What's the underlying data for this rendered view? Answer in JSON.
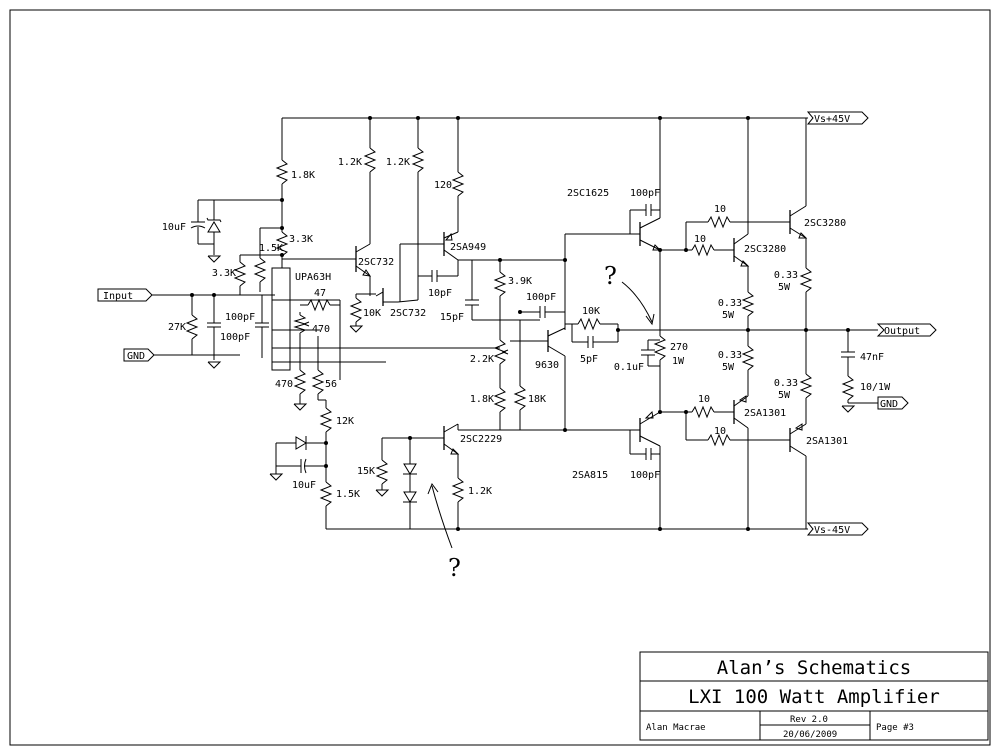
{
  "ports": {
    "vs_pos": "Vs+45V",
    "vs_neg": "Vs-45V",
    "input": "Input",
    "gnd_left": "GND",
    "output": "Output",
    "gnd_right": "GND"
  },
  "components": {
    "r_1_8k": "1.8K",
    "r_1_2k_a": "1.2K",
    "r_1_2k_b": "1.2K",
    "r_120": "120",
    "c_10uf_top": "10uF",
    "r_3_3k_a": "3.3K",
    "r_1_5k_a": "1.5K",
    "r_3_3k_b": "3.3K",
    "q_2sc732_a": "2SC732",
    "q_2sa949": "2SA949",
    "ic_upa63h": "UPA63H",
    "r_47": "47",
    "r_470_pot": "470",
    "r_10k_a": "10K",
    "q_2sc732_b": "2SC732",
    "c_10pf": "10pF",
    "c_15pf": "15pF",
    "r_27k": "27K",
    "c_100pf_a": "100pF",
    "c_100pf_b": "100pF",
    "r_470_b": "470",
    "r_56": "56",
    "r_12k": "12K",
    "c_10uf_bot": "10uF",
    "r_1_5k_b": "1.5K",
    "r_3_9k": "3.9K",
    "c_100pf_c": "100pF",
    "r_10k_b": "10K",
    "c_5pf": "5pF",
    "r_2_2k": "2.2K",
    "q_9630": "9630",
    "r_1_8k_b": "1.8K",
    "r_18k": "18K",
    "q_2sc2229": "2SC2229",
    "r_15k": "15K",
    "r_1_2k_c": "1.2K",
    "q_2sc1625": "2SC1625",
    "c_100pf_d": "100pF",
    "q_2sa815": "2SA815",
    "c_100pf_e": "100pF",
    "r_10_a": "10",
    "r_10_b": "10",
    "r_10_c": "10",
    "r_10_d": "10",
    "q_2sc3280_a": "2SC3280",
    "q_2sc3280_b": "2SC3280",
    "q_2sa1301_a": "2SA1301",
    "q_2sa1301_b": "2SA1301",
    "r_0_33_a": "0.33",
    "r_5w_a": "5W",
    "r_0_33_b": "0.33",
    "r_5w_b": "5W",
    "r_0_33_c": "0.33",
    "r_5w_c": "5W",
    "r_0_33_d": "0.33",
    "r_5w_d": "5W",
    "r_270": "270",
    "r_1w": "1W",
    "c_0_1uf": "0.1uF",
    "c_47nf": "47nF",
    "r_10_1w": "10/1W"
  },
  "annotations": {
    "q1": "?",
    "q2": "?"
  },
  "title_block": {
    "company": "Alan’s Schematics",
    "title": "LXI 100 Watt Amplifier",
    "author": "Alan Macrae",
    "revision": "Rev 2.0",
    "date": "20/06/2009",
    "page": "Page #3"
  }
}
